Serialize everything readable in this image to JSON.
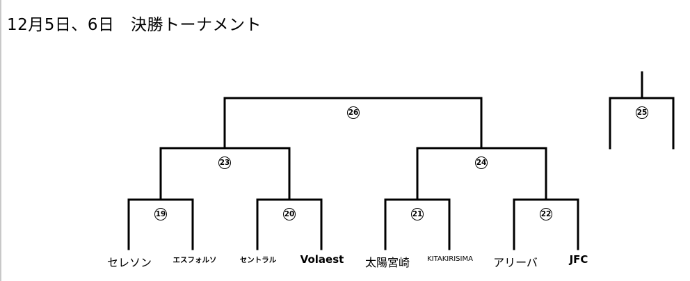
{
  "title": "12月5日、6日　決勝トーナメント",
  "matches": {
    "m19": "19",
    "m20": "20",
    "m21": "21",
    "m22": "22",
    "m23": "23",
    "m24": "24",
    "m25": "25",
    "m26": "26"
  },
  "teams": [
    "セレソン",
    "エスフォルソ",
    "セントラル",
    "Volaest",
    "太陽宮崎",
    "KITAKIRISIMA",
    "アリーバ",
    "JFC"
  ]
}
